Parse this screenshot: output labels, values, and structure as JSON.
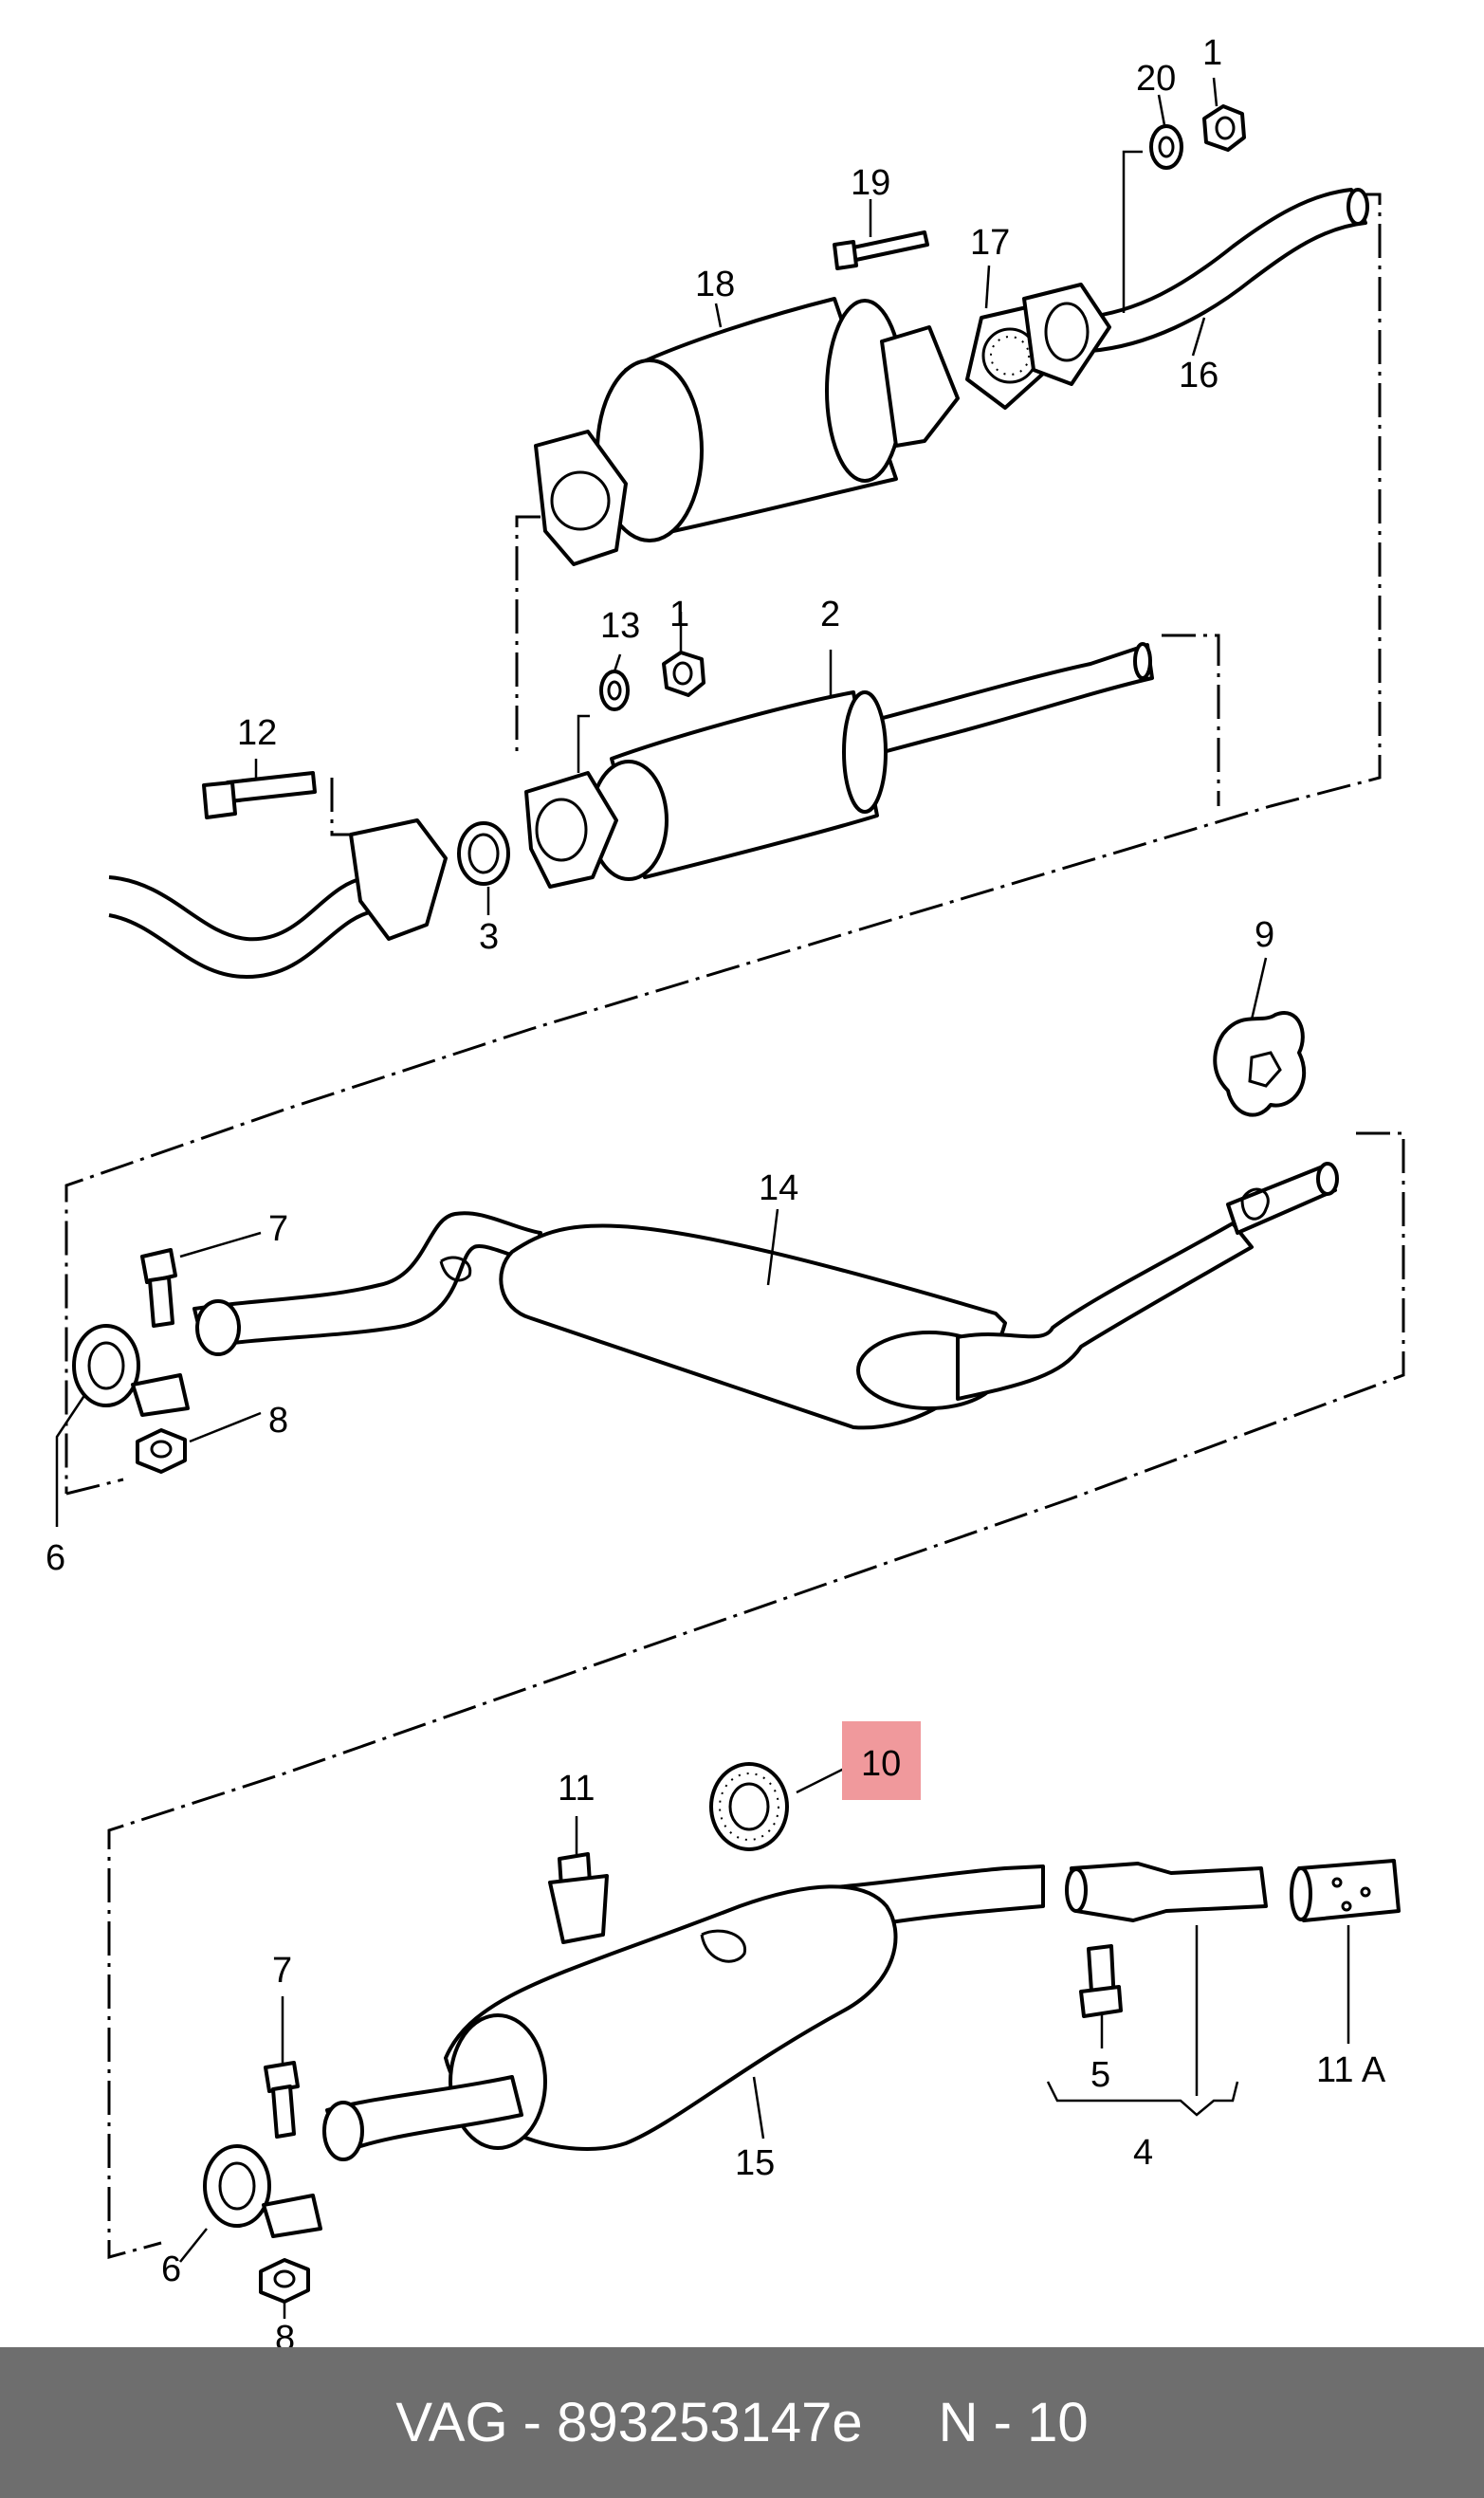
{
  "diagram": {
    "highlight_color": "#f0999c",
    "labels": {
      "p1a": "1",
      "p20": "20",
      "p19": "19",
      "p17": "17",
      "p18": "18",
      "p16": "16",
      "p13": "13",
      "p1b": "1",
      "p2": "2",
      "p12": "12",
      "p3": "3",
      "p9": "9",
      "p14": "14",
      "p7a": "7",
      "p8a": "8",
      "p6a": "6",
      "p10": "10",
      "p11": "11",
      "p7b": "7",
      "p5": "5",
      "p11a": "11 A",
      "p15": "15",
      "p4": "4",
      "p6b": "6",
      "p8b": "8"
    }
  },
  "footer": {
    "brand_part": "VAG - 893253147e",
    "page_ref": "N - 10"
  }
}
